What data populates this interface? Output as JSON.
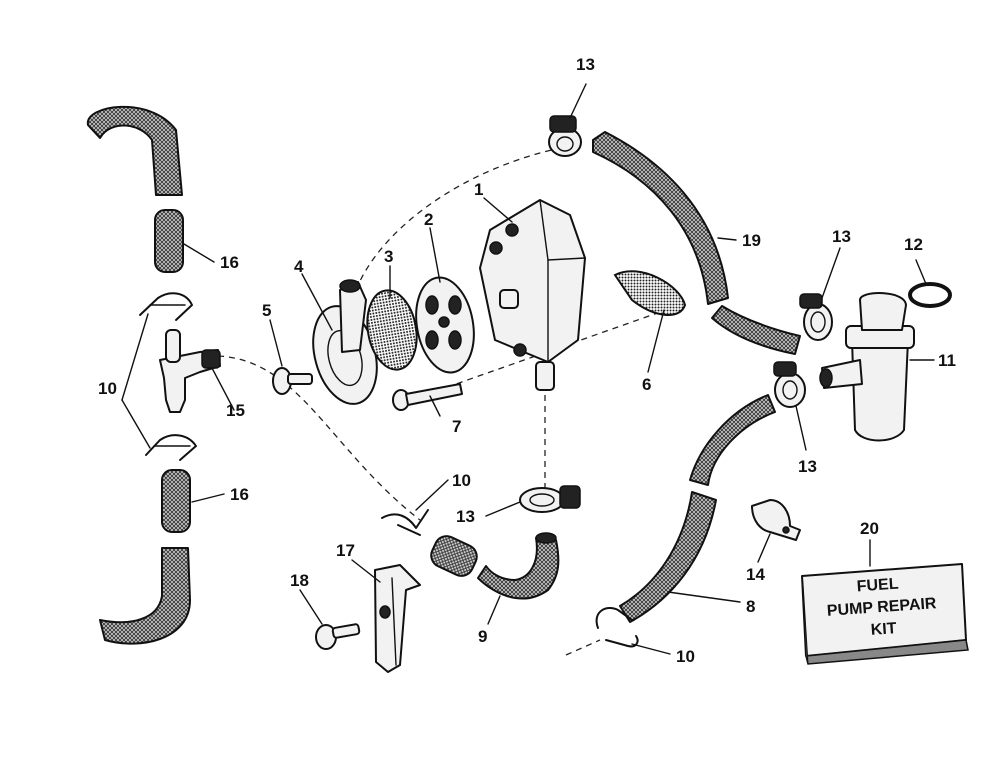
{
  "callouts": {
    "n1": "1",
    "n2": "2",
    "n3": "3",
    "n4": "4",
    "n5": "5",
    "n6": "6",
    "n7": "7",
    "n8": "8",
    "n9": "9",
    "n10a": "10",
    "n10b": "10",
    "n10c": "10",
    "n11": "11",
    "n12": "12",
    "n13a": "13",
    "n13b": "13",
    "n13c": "13",
    "n13d": "13",
    "n14": "14",
    "n15": "15",
    "n16a": "16",
    "n16b": "16",
    "n17": "17",
    "n18": "18",
    "n19": "19",
    "n20": "20"
  },
  "kit": {
    "line1": "FUEL",
    "line2": "PUMP REPAIR",
    "line3": "KIT"
  }
}
